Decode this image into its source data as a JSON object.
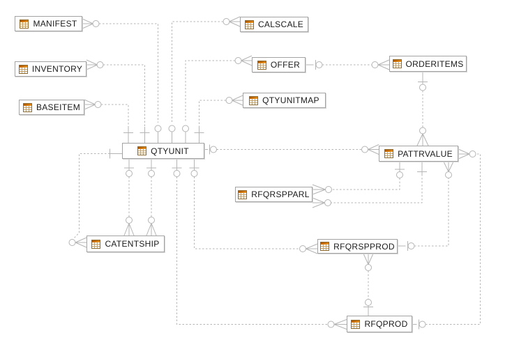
{
  "diagram": {
    "type": "entity-relationship-diagram",
    "notation": "crow's-foot (IE)",
    "background_color": "#ffffff",
    "line_color": "#b4b4b4",
    "entity_border_color": "#a3a3a3",
    "entity_fill_color": "#ffffff",
    "table_icon_colors": {
      "border": "#8f6a2a",
      "header_gradient": [
        "#9c4a00",
        "#f0a830"
      ],
      "grid_lines": "#c79f62",
      "cell_fill": "#fffdf2"
    }
  },
  "entities": [
    {
      "name": "MANIFEST",
      "icon": "table-icon"
    },
    {
      "name": "INVENTORY",
      "icon": "table-icon"
    },
    {
      "name": "BASEITEM",
      "icon": "table-icon"
    },
    {
      "name": "CALSCALE",
      "icon": "table-icon"
    },
    {
      "name": "OFFER",
      "icon": "table-icon"
    },
    {
      "name": "QTYUNITMAP",
      "icon": "table-icon"
    },
    {
      "name": "ORDERITEMS",
      "icon": "table-icon"
    },
    {
      "name": "QTYUNIT",
      "icon": "table-icon"
    },
    {
      "name": "PATTRVALUE",
      "icon": "table-icon"
    },
    {
      "name": "RFQRSPPARL",
      "icon": "table-icon"
    },
    {
      "name": "CATENTSHIP",
      "icon": "table-icon"
    },
    {
      "name": "RFQRSPPROD",
      "icon": "table-icon"
    },
    {
      "name": "RFQPROD",
      "icon": "table-icon"
    }
  ],
  "relationships": [
    {
      "from": "MANIFEST",
      "from_end": "many-optional",
      "to": "QTYUNIT",
      "to_end": "optional",
      "to_side": "top"
    },
    {
      "from": "INVENTORY",
      "from_end": "many-optional",
      "to": "QTYUNIT",
      "to_end": "one",
      "to_side": "top"
    },
    {
      "from": "BASEITEM",
      "from_end": "many-optional",
      "to": "QTYUNIT",
      "to_end": "one",
      "to_side": "top"
    },
    {
      "from": "CALSCALE",
      "from_end": "many-optional",
      "to": "QTYUNIT",
      "to_end": "optional",
      "to_side": "top"
    },
    {
      "from": "OFFER",
      "from_end": "many-optional",
      "to": "QTYUNIT",
      "to_end": "optional",
      "to_side": "top"
    },
    {
      "from": "QTYUNITMAP",
      "from_end": "many-optional",
      "to": "QTYUNIT",
      "to_end": "one",
      "to_side": "top"
    },
    {
      "from": "ORDERITEMS",
      "from_end": "many-optional",
      "to": "OFFER",
      "to_end": "zero-or-one",
      "to_side": "right"
    },
    {
      "from": "PATTRVALUE",
      "from_end": "many-optional",
      "to": "ORDERITEMS",
      "to_end": "zero-or-one",
      "to_side": "bottom"
    },
    {
      "from": "PATTRVALUE",
      "from_end": "many-optional",
      "to": "QTYUNIT",
      "to_end": "zero-or-one",
      "to_side": "right"
    },
    {
      "from": "CATENTSHIP",
      "from_end": "many-optional",
      "to": "QTYUNIT",
      "to_end": "zero-or-one",
      "to_side": "bottom"
    },
    {
      "from": "CATENTSHIP",
      "from_end": "many-optional",
      "to": "QTYUNIT",
      "to_end": "zero-or-one",
      "to_side": "bottom"
    },
    {
      "from": "CATENTSHIP",
      "from_end": "many-optional",
      "to": "QTYUNIT",
      "to_end": "one",
      "to_side": "left"
    },
    {
      "from": "RFQRSPPROD",
      "from_end": "many-optional",
      "to": "QTYUNIT",
      "to_end": "zero-or-one",
      "to_side": "bottom"
    },
    {
      "from": "RFQPROD",
      "from_end": "many-optional",
      "to": "QTYUNIT",
      "to_end": "zero-or-one",
      "to_side": "bottom"
    },
    {
      "from": "RFQRSPPARL",
      "from_end": "many-optional",
      "to": "PATTRVALUE",
      "to_end": "zero-or-one",
      "to_side": "bottom"
    },
    {
      "from": "RFQRSPPARL",
      "from_end": "many-optional",
      "to": "PATTRVALUE",
      "to_end": "one",
      "to_side": "bottom"
    },
    {
      "from": "PATTRVALUE",
      "from_end": "many-optional",
      "to": "RFQRSPPROD",
      "to_end": "zero-or-one",
      "to_side": "right"
    },
    {
      "from": "PATTRVALUE",
      "from_end": "many-optional",
      "to": "RFQPROD",
      "to_end": "zero-or-one",
      "to_side": "right"
    },
    {
      "from": "RFQRSPPROD",
      "from_end": "many-optional",
      "to": "RFQPROD",
      "to_end": "zero-or-one",
      "to_side": "top"
    }
  ]
}
